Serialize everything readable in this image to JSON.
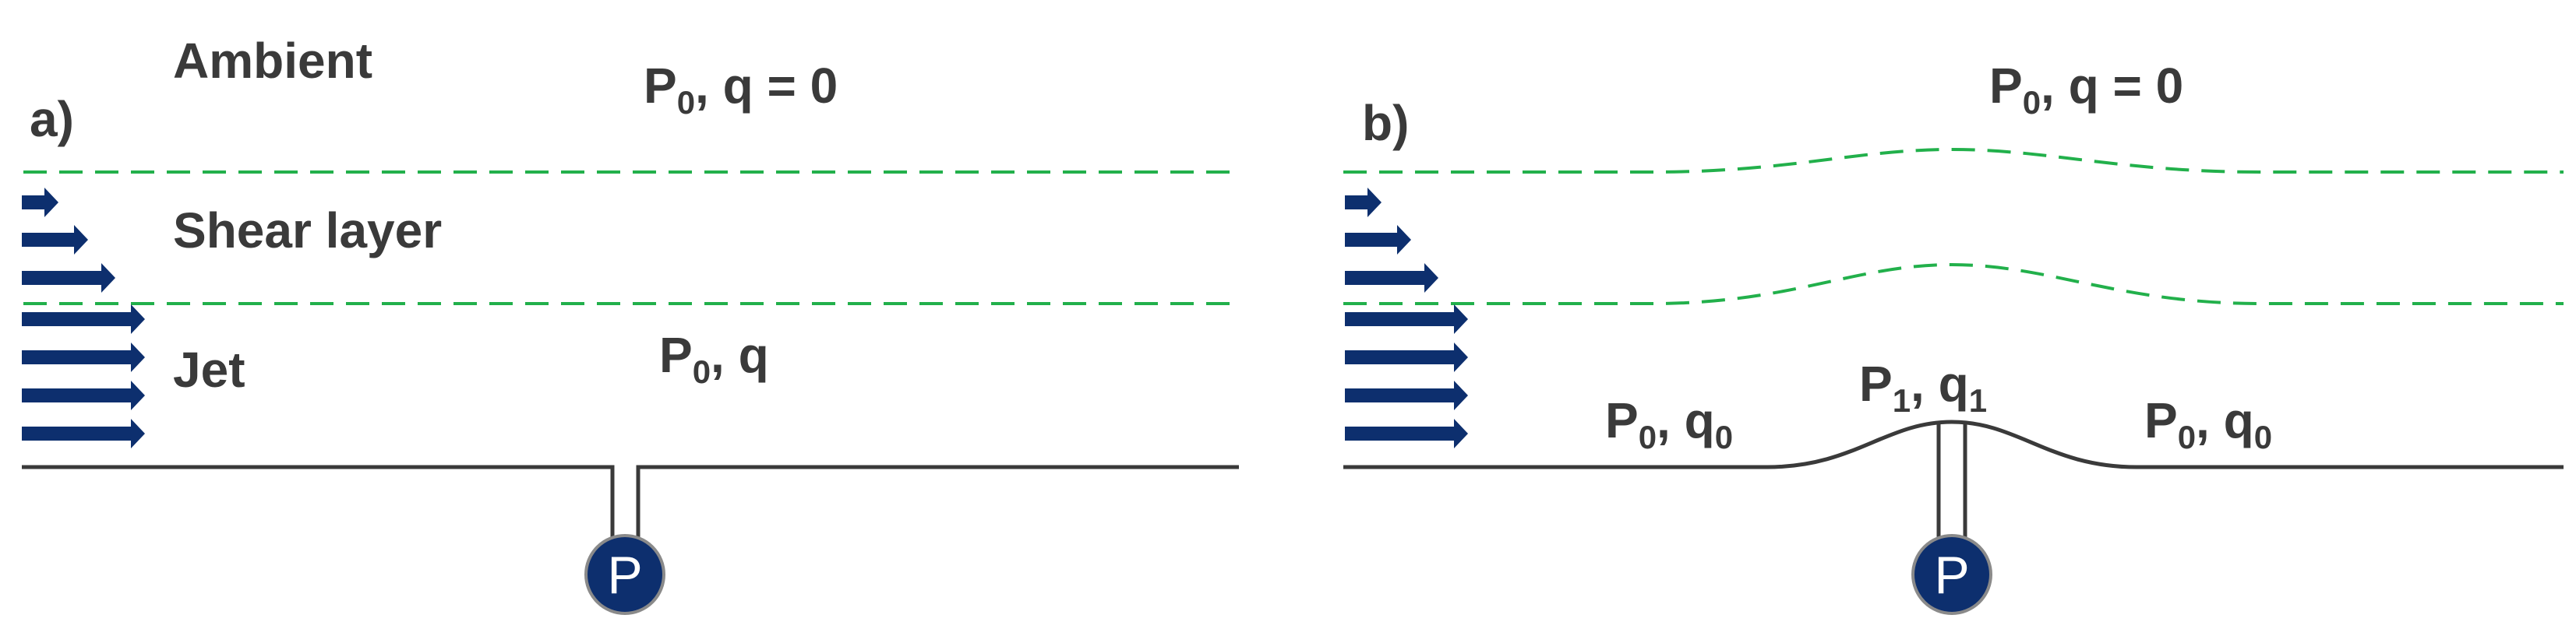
{
  "panels": {
    "a": {
      "tag": "a)",
      "labels": {
        "ambient": "Ambient",
        "shear_layer": "Shear layer",
        "jet": "Jet"
      },
      "ambient_state": {
        "p": "P",
        "p_sub": "0",
        "rest": ", q = 0"
      },
      "jet_state": {
        "p": "P",
        "p_sub": "0",
        "rest": ", q"
      },
      "gauge_label": "P"
    },
    "b": {
      "tag": "b)",
      "ambient_state": {
        "p": "P",
        "p_sub": "0",
        "rest": ", q = 0"
      },
      "left_state": {
        "p": "P",
        "p_sub": "0",
        "mid": ", q",
        "q_sub": "0"
      },
      "bump_state": {
        "p": "P",
        "p_sub": "1",
        "mid": ", q",
        "q_sub": "1"
      },
      "right_state": {
        "p": "P",
        "p_sub": "0",
        "mid": ", q",
        "q_sub": "0"
      },
      "gauge_label": "P"
    }
  },
  "colors": {
    "arrow": "#0d2f6e",
    "boundary": "#22b04b",
    "wall": "#3a3a3a",
    "gauge": "#0d2f6e",
    "text": "#3a3a3a"
  },
  "icons": {
    "velocity_arrow": "right-arrow-icon",
    "pressure_gauge": "pressure-gauge-icon"
  }
}
